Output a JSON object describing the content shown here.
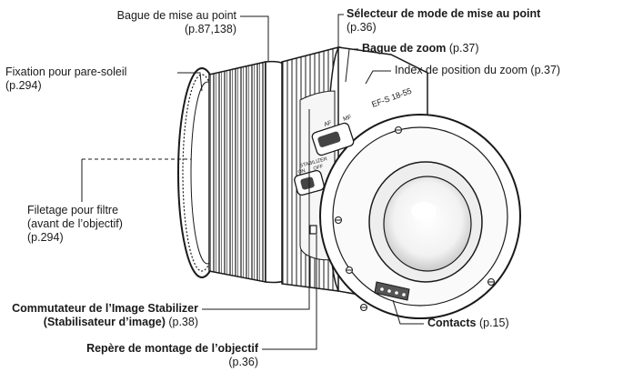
{
  "callouts": {
    "focus_ring": {
      "name": "Bague de mise au point",
      "ref": "(p.87,138)"
    },
    "hood_mount": {
      "name": "Fixation pour pare-soleil",
      "ref": "(p.294)"
    },
    "filter_thread": {
      "line1": "Filetage pour filtre",
      "line2": "(avant de l’objectif)",
      "ref": "(p.294)"
    },
    "af_mf_switch": {
      "name": "Sélecteur de mode de mise au point",
      "ref": "(p.36)"
    },
    "zoom_ring": {
      "name": "Bague de zoom",
      "ref": "(p.37)"
    },
    "zoom_index": {
      "name": "Index de position du zoom",
      "ref": "(p.37)"
    },
    "stabilizer_switch": {
      "line1": "Commutateur de l’Image Stabilizer",
      "line2": "(Stabilisateur d’image)",
      "ref": "(p.38)"
    },
    "mount_index": {
      "name": "Repère de montage de l’objectif",
      "ref": "(p.36)"
    },
    "contacts": {
      "name": "Contacts",
      "ref": "(p.15)"
    }
  },
  "lens_markings": {
    "af": "AF",
    "mf": "MF",
    "stabilizer": "STABILIZER",
    "on": "ON",
    "off": "OFF",
    "ef_s": "EF-S 18-55"
  },
  "colors": {
    "ink": "#1a1a1a",
    "lens_dark": "#555555"
  }
}
